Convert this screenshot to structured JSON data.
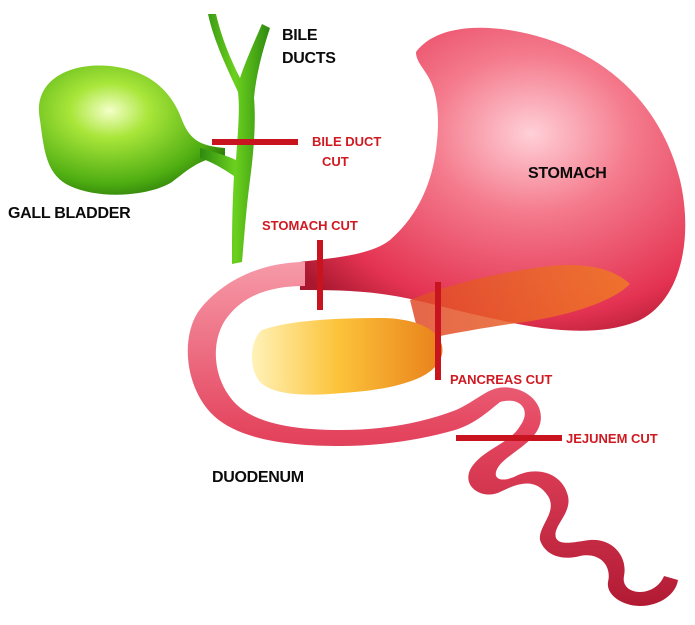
{
  "labels": {
    "bile_ducts_line1": "BILE",
    "bile_ducts_line2": "DUCTS",
    "gall_bladder": "GALL BLADDER",
    "stomach": "STOMACH",
    "duodenum": "DUODENUM"
  },
  "cuts": {
    "bile_duct_line1": "BILE DUCT",
    "bile_duct_line2": "CUT",
    "stomach": "STOMACH CUT",
    "pancreas": "PANCREAS CUT",
    "jejunem": "JEJUNEM CUT"
  },
  "colors": {
    "cut_line": "#c8141e",
    "cut_text": "#d01a22",
    "organ_text": "#0b0b0b",
    "gall_bladder": "#6cc916",
    "bile_duct": "#3a9d16",
    "stomach": "#e8415a",
    "pancreas": "#f2a81e"
  }
}
